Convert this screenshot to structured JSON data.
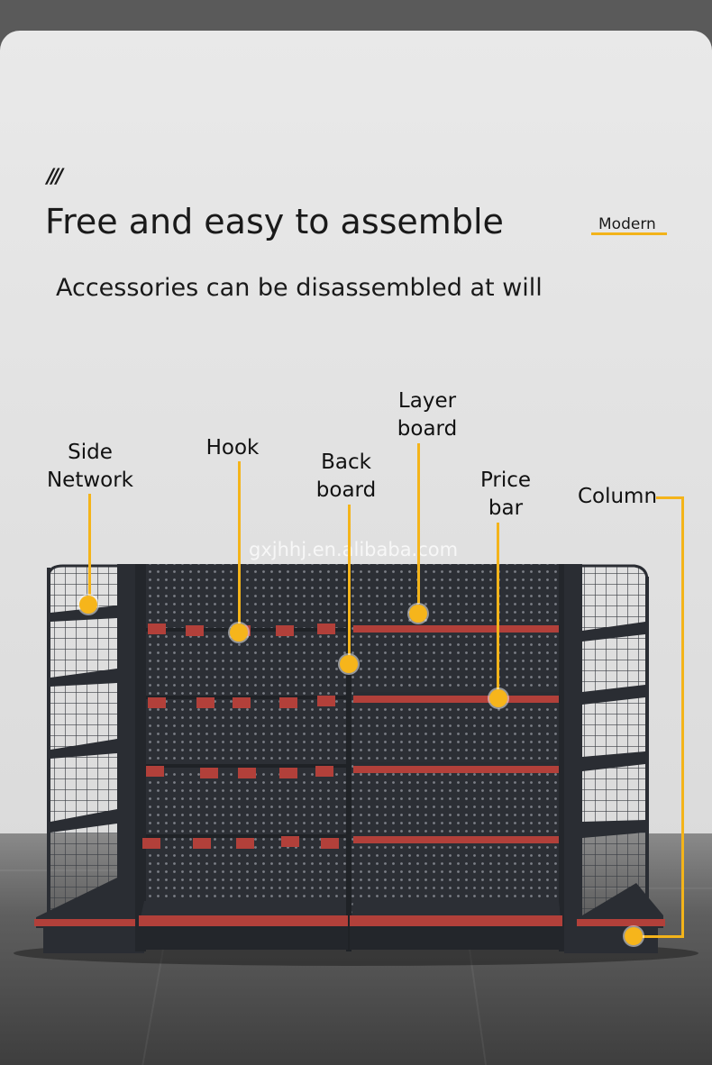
{
  "header": {
    "slash_mark": "///",
    "title": "Free and easy to assemble",
    "subtitle": "Accessories can be disassembled at will",
    "tag": "Modern"
  },
  "watermark": "gxjhhj.en.alibaba.com",
  "labels": {
    "side_network": [
      "Side",
      "Network"
    ],
    "hook": [
      "Hook"
    ],
    "back_board": [
      "Back",
      "board"
    ],
    "layer_board": [
      "Layer",
      "board"
    ],
    "price_bar": [
      "Price",
      "bar"
    ],
    "column": [
      "Column"
    ]
  },
  "colors": {
    "accent": "#f4b41a",
    "shelf_dark": "#2a2d33",
    "price_bar": "#b2403a"
  }
}
